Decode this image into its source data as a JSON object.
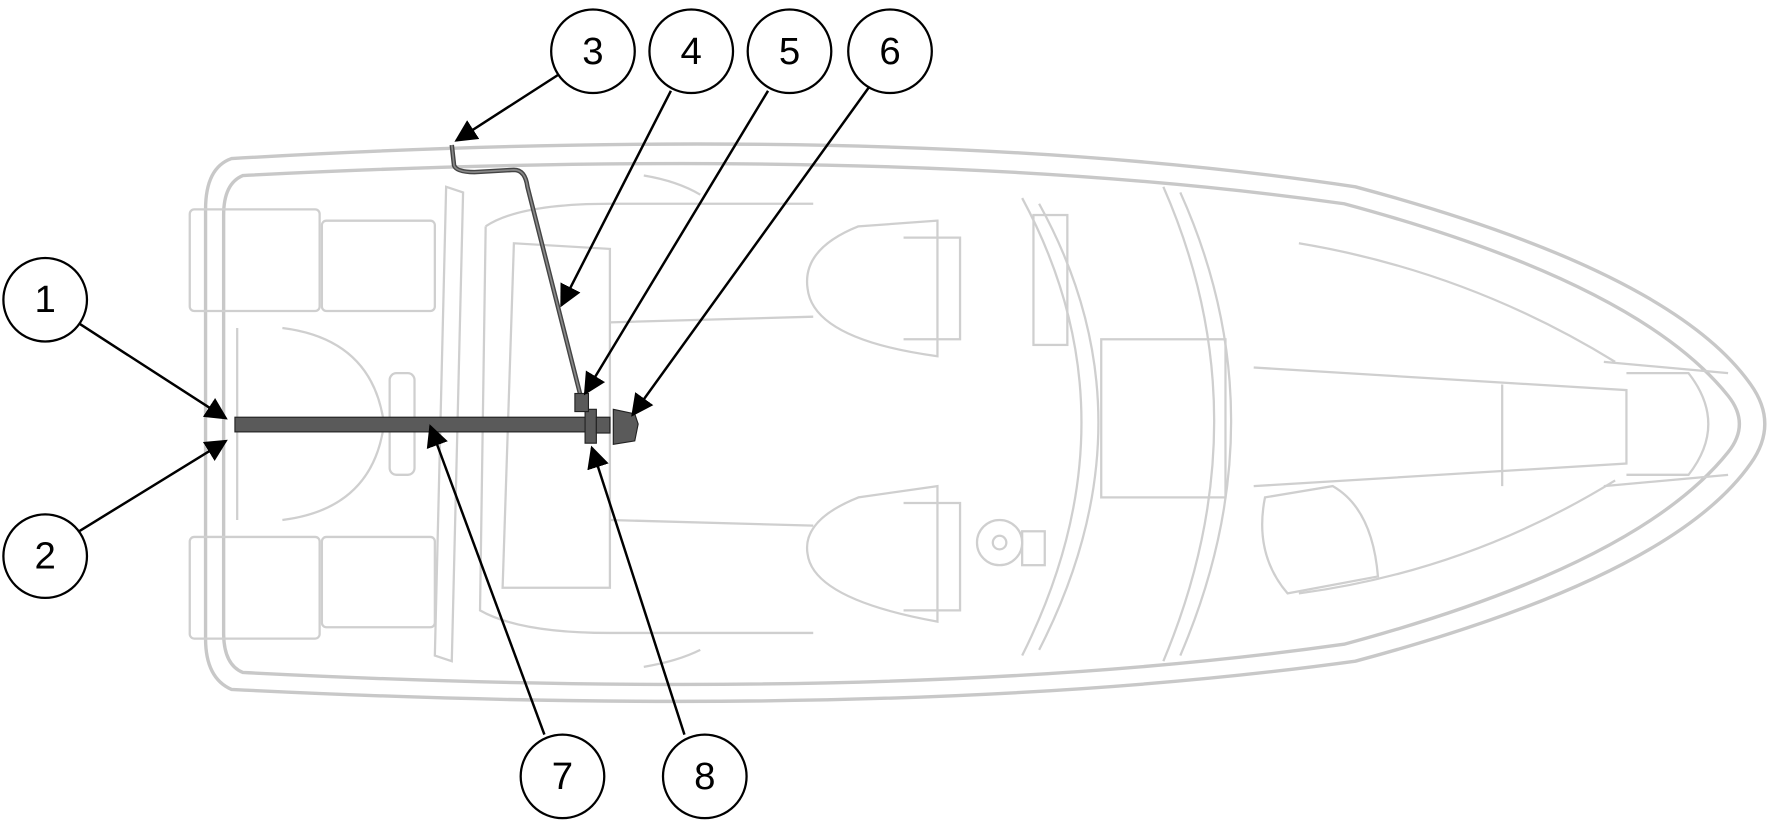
{
  "diagram": {
    "callouts": [
      {
        "label": "1"
      },
      {
        "label": "2"
      },
      {
        "label": "3"
      },
      {
        "label": "4"
      },
      {
        "label": "5"
      },
      {
        "label": "6"
      },
      {
        "label": "7"
      },
      {
        "label": "8"
      }
    ],
    "colors": {
      "outline": "#c8c8c8",
      "part": "#5a5a5a",
      "callout_stroke": "#000000"
    }
  }
}
